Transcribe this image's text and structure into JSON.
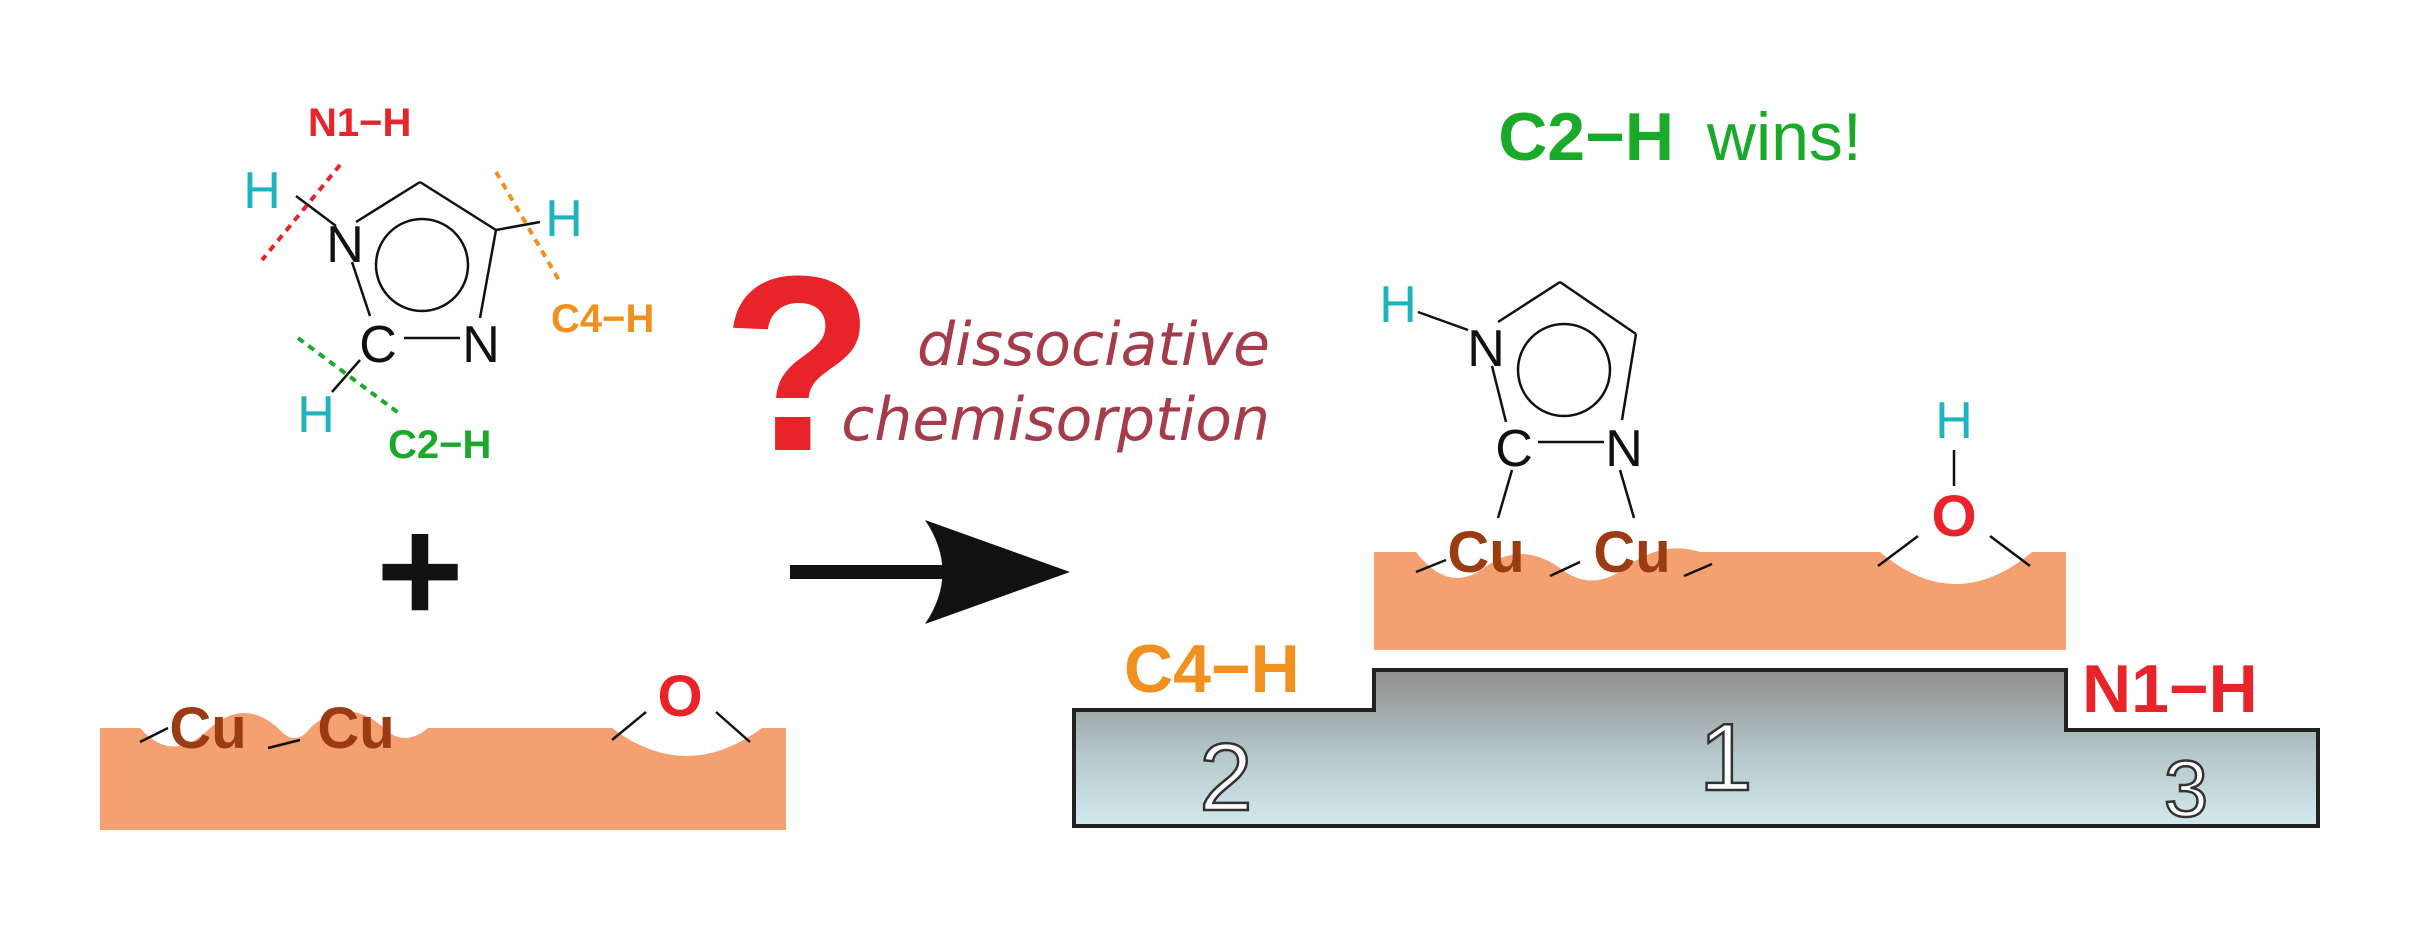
{
  "colors": {
    "red": "#e8232a",
    "green": "#1aa928",
    "orange": "#f0901e",
    "cyan": "#1fb3c0",
    "copper_surface": "#f4a070",
    "copper_text": "#9a3b12",
    "maroon_text": "#a43c4a",
    "podium_light": "#cfe6ea",
    "podium_dark": "#8f8e8c",
    "black": "#111111"
  },
  "reactant": {
    "labels": {
      "n1h": "N1−H",
      "c4h": "C4−H",
      "c2h": "C2−H"
    },
    "atoms": {
      "h1": "H",
      "h4": "H",
      "h2": "H",
      "n1": "N",
      "n3": "N",
      "c2": "C"
    }
  },
  "plus_sign": "+",
  "question_mark": "?",
  "process": {
    "line1": "dissociative",
    "line2": "chemisorption"
  },
  "surface_left": {
    "cu1": "Cu",
    "cu2": "Cu",
    "o": "O"
  },
  "result": {
    "title_bold": "C2−H",
    "title_rest": "wins!",
    "atoms": {
      "h_n": "H",
      "n1": "N",
      "c2": "C",
      "n3": "N",
      "cu1": "Cu",
      "cu2": "Cu",
      "o": "O",
      "h_o": "H"
    }
  },
  "podium": {
    "left_label": "C4−H",
    "right_label": "N1−H",
    "place_first": "1",
    "place_second": "2",
    "place_third": "3"
  }
}
